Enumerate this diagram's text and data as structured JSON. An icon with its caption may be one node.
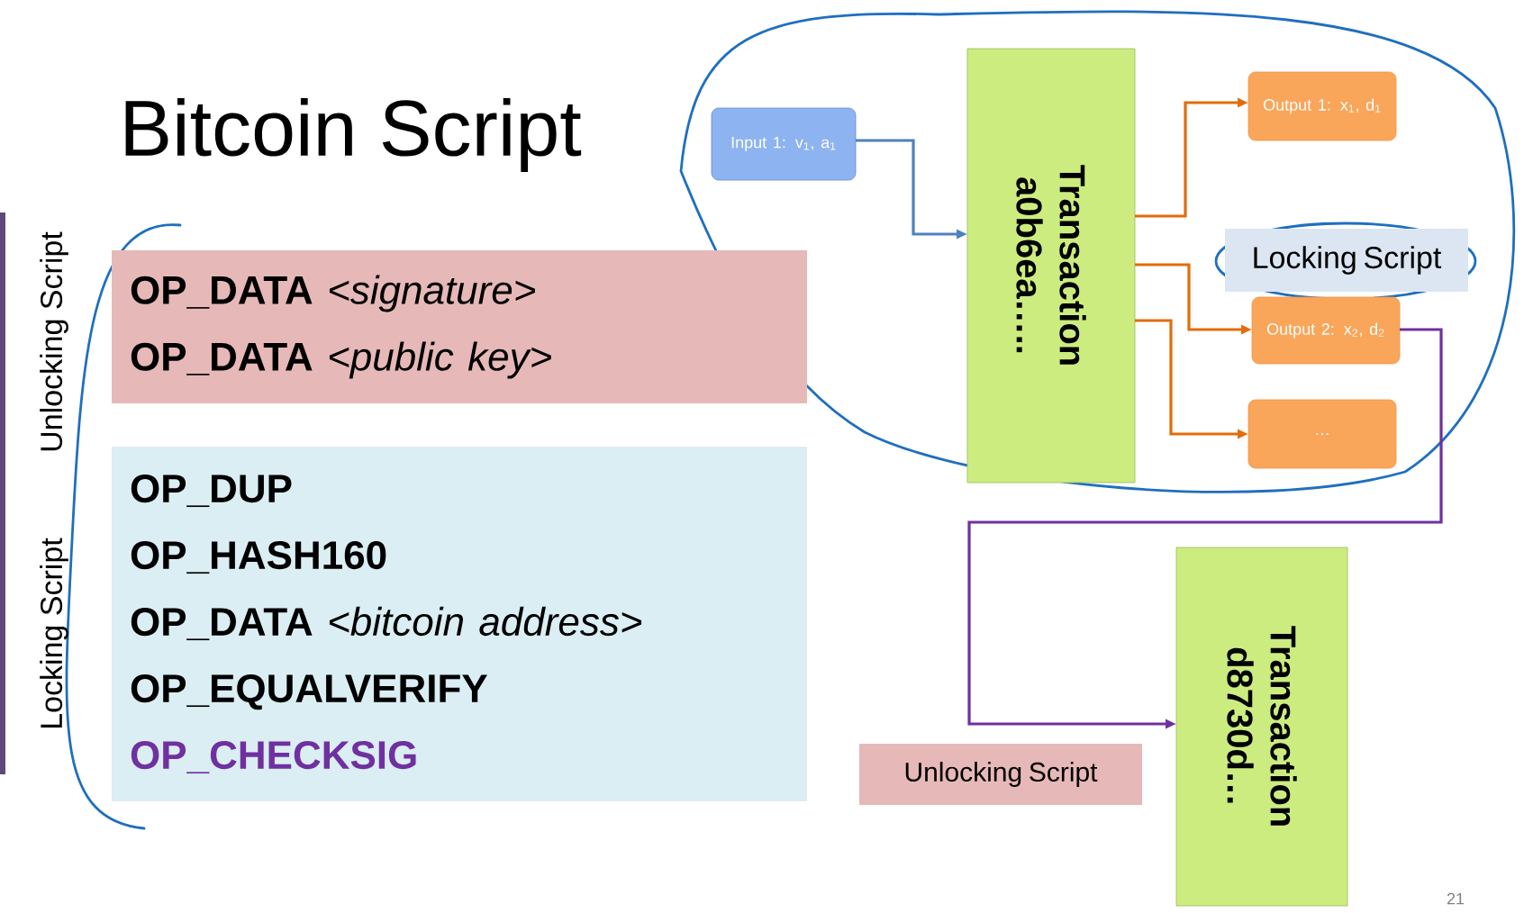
{
  "diagram": {
    "title": "Bitcoin Script",
    "nodes": [
      {
        "text": [
          "Input 1: v$_{1}$, a$_{1}$"
        ]
      },
      {
        "text": [
          "Transaction a0b6ea….."
        ]
      },
      {
        "text": [
          "Output 1: x$_{1}$, d$_{1}$"
        ]
      },
      {
        "text": [
          "Output 2: x$_{2}$, d$_{2}$"
        ]
      },
      {
        "text": [
          "…"
        ]
      },
      {
        "text": [
          "Transaction d8730d…"
        ]
      },
      {
        "text": [
          "Locking Script"
        ]
      },
      {
        "text": [
          "Unlocking Script"
        ]
      },
      {
        "text": [
          "**OP_DATA** *<signature>*",
          "**OP_DATA** *<public key>*"
        ]
      },
      {
        "text": [
          "OP_DUP",
          "OP_HASH160",
          "**OP_DATA** *<bitcoin address>*",
          "OP_EQUALVERIFY",
          "OP_CHECKSIG"
        ]
      }
    ],
    "edges": [
      {
        "from": 0,
        "to": 1,
        "arrow": "to",
        "color": "#4f81bd"
      },
      {
        "from": 1,
        "to": 2,
        "arrow": "to"
      },
      {
        "from": 1,
        "to": 3,
        "arrow": "to"
      },
      {
        "from": 1,
        "to": 4,
        "arrow": "to"
      },
      {
        "from": 3,
        "to": 5,
        "arrow": "to",
        "color": "#7030a0"
      }
    ],
    "labels": [
      "Unlocking Script",
      "Locking Script",
      "21"
    ]
  }
}
